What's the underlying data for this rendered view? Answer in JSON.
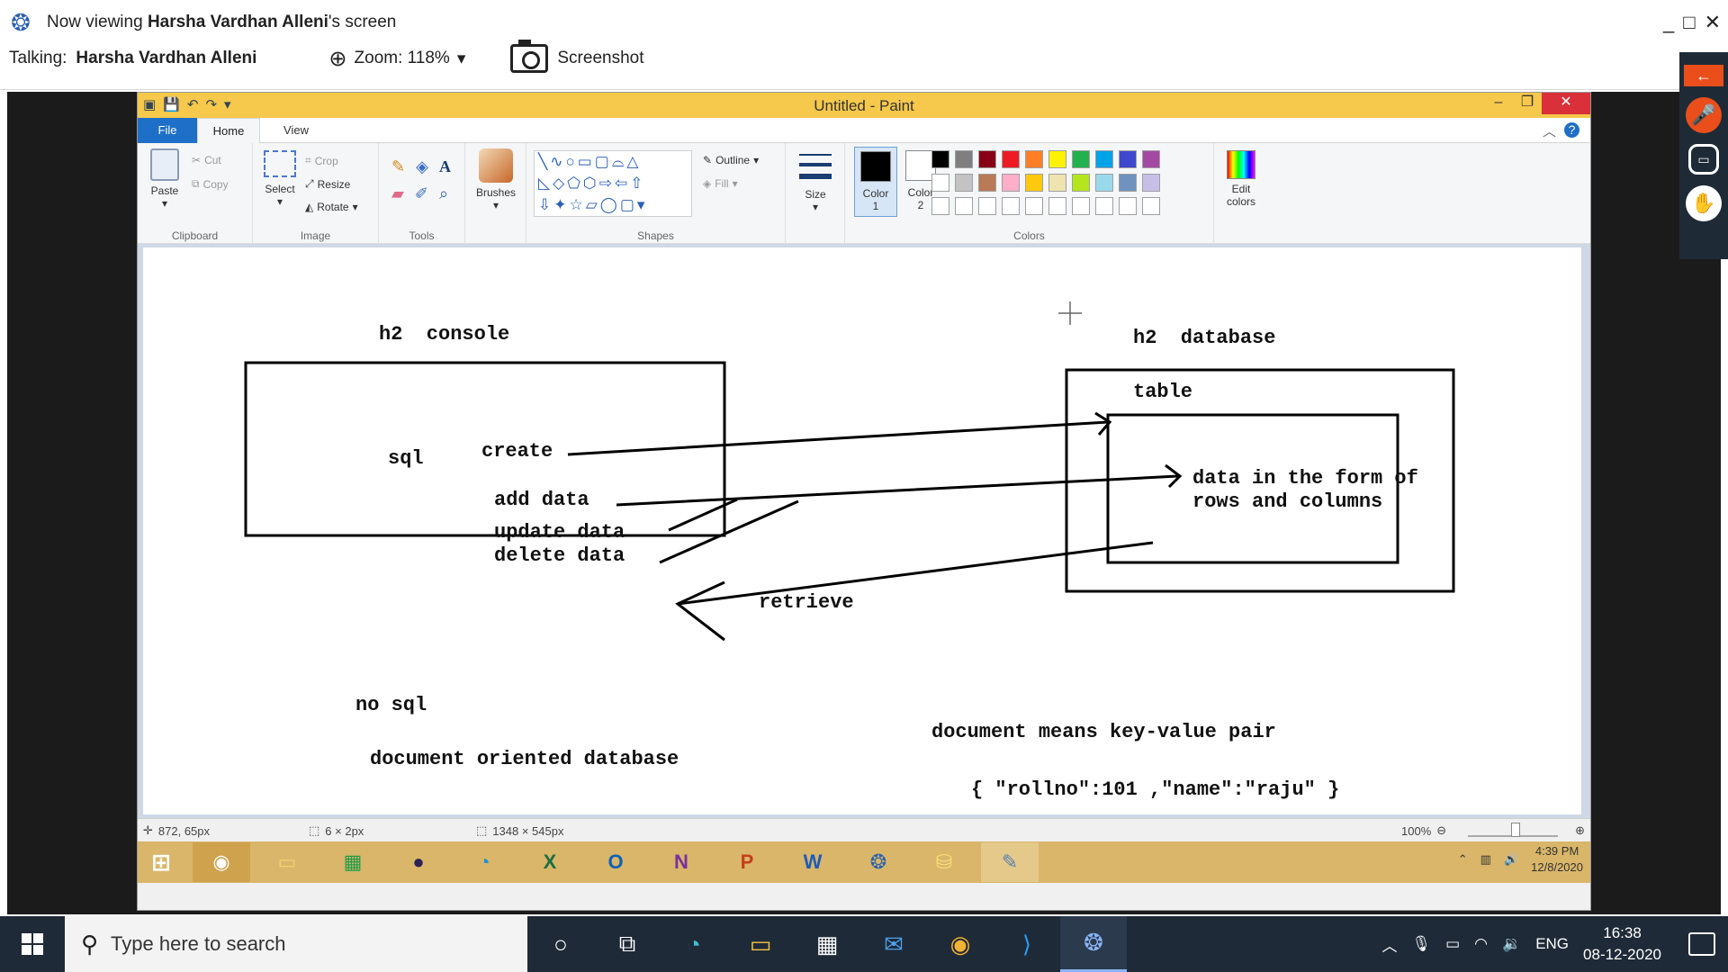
{
  "viewer": {
    "title_prefix": "Now viewing ",
    "presenter": "Harsha Vardhan Alleni",
    "title_suffix": "'s screen",
    "talking_label": "Talking:",
    "talking_name": "Harsha Vardhan Alleni",
    "zoom_label": "Zoom: 118%",
    "screenshot_label": "Screenshot",
    "win_min": "_",
    "win_max": "□",
    "win_close": "✕"
  },
  "paint": {
    "title": "Untitled - Paint",
    "tabs": {
      "file": "File",
      "home": "Home",
      "view": "View"
    },
    "clipboard": {
      "paste": "Paste",
      "cut": "Cut",
      "copy": "Copy",
      "label": "Clipboard"
    },
    "image": {
      "select": "Select",
      "crop": "Crop",
      "resize": "Resize",
      "rotate": "Rotate",
      "label": "Image"
    },
    "tools": {
      "label": "Tools"
    },
    "brushes": {
      "label": "Brushes"
    },
    "shapes": {
      "outline": "Outline",
      "fill": "Fill",
      "label": "Shapes"
    },
    "size": {
      "label": "Size"
    },
    "colors": {
      "color1": "Color",
      "color1_num": "1",
      "color2": "Color",
      "color2_num": "2",
      "edit": "Edit",
      "edit2": "colors",
      "label": "Colors",
      "palette_row1": [
        "#000000",
        "#7f7f7f",
        "#880015",
        "#ed1c24",
        "#ff7f27",
        "#fff200",
        "#22b14c",
        "#00a2e8",
        "#3f48cc",
        "#a349a4"
      ],
      "palette_row2": [
        "#ffffff",
        "#c3c3c3",
        "#b97a57",
        "#ffaec9",
        "#ffc90e",
        "#efe4b0",
        "#b5e61d",
        "#99d9ea",
        "#7092be",
        "#c8bfe7"
      ],
      "palette_row3": [
        "#ffffff",
        "#ffffff",
        "#ffffff",
        "#ffffff",
        "#ffffff",
        "#ffffff",
        "#ffffff",
        "#ffffff",
        "#ffffff",
        "#ffffff"
      ]
    },
    "canvas_texts": {
      "h2_console": "h2  console",
      "sql": "sql",
      "create": "create",
      "add_data": "add data",
      "update_data": "update data",
      "delete_data": "delete data",
      "h2_database": "h2  database",
      "table": "table",
      "data_line1": "data in the form of",
      "data_line2": "rows and columns",
      "retrieve": "retrieve",
      "no_sql": "no sql",
      "doc_oriented": "document oriented database",
      "doc_means": "document means key-value pair",
      "json_example": "{ \"rollno\":101 ,\"name\":\"raju\" }"
    },
    "status": {
      "cursor_pos": "872, 65px",
      "selection_size": "6 × 2px",
      "canvas_size": "1348 × 545px",
      "zoom": "100%"
    }
  },
  "remote_taskbar": {
    "time": "4:39 PM",
    "date": "12/8/2020"
  },
  "taskbar": {
    "search_placeholder": "Type here to search",
    "language": "ENG",
    "time": "16:38",
    "date": "08-12-2020"
  }
}
